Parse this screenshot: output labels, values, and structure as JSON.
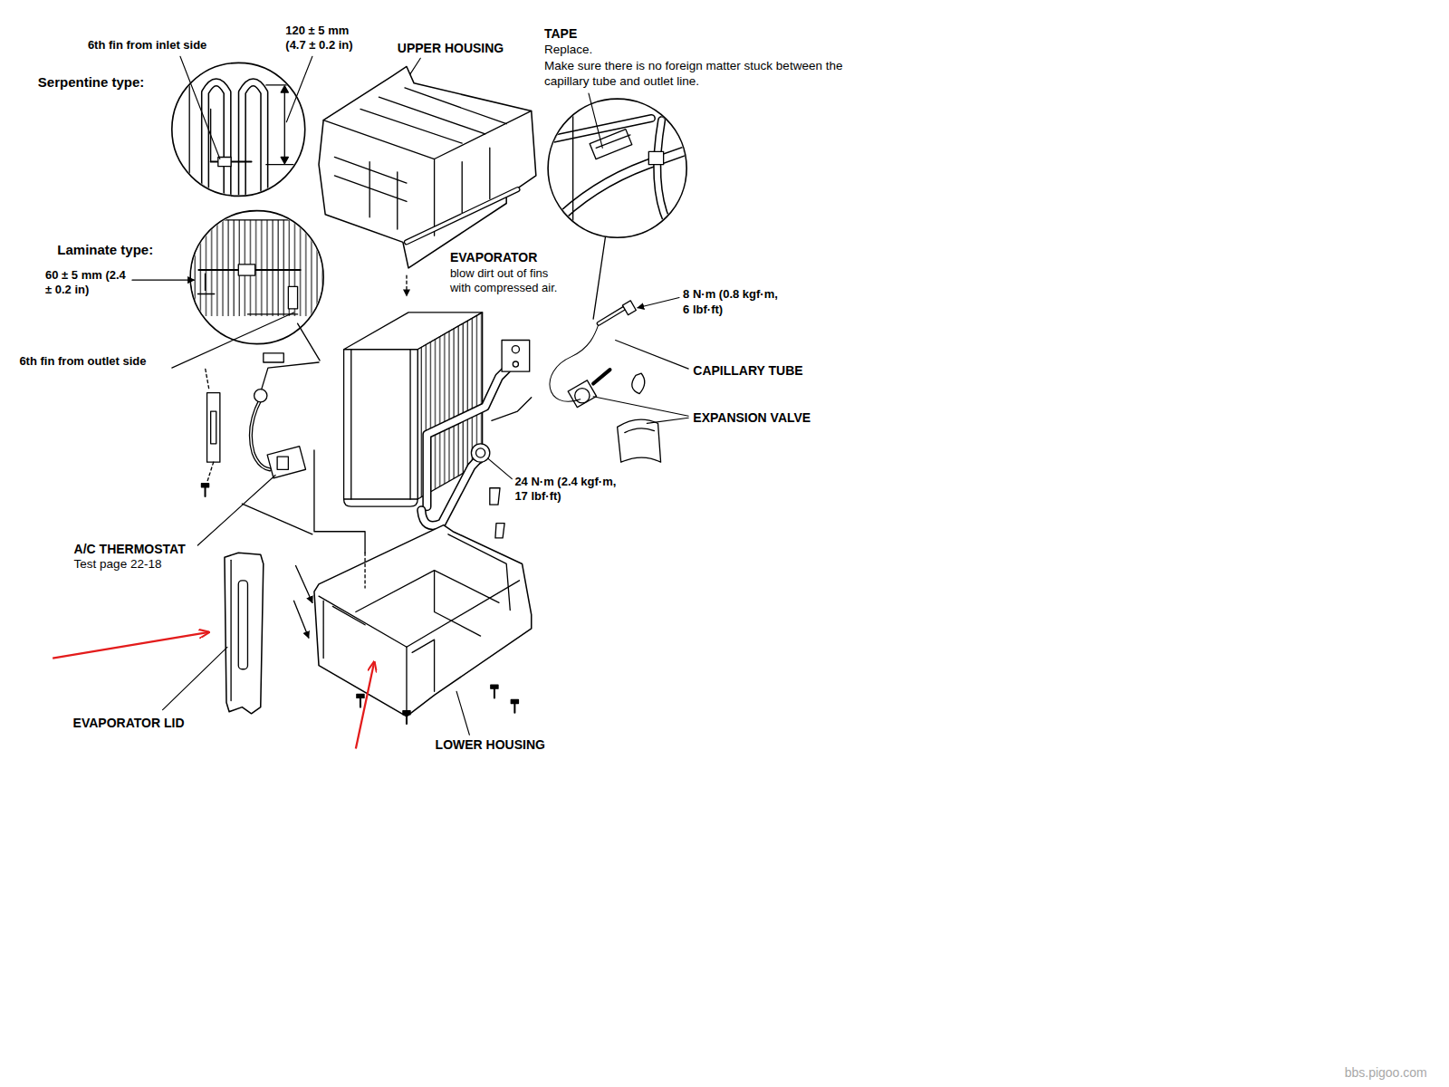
{
  "diagram": {
    "labels": [
      "6th fin from inlet side",
      "120 ± 5 mm (4.7 ± 0.2 in)",
      "Serpentine type:",
      "UPPER HOUSING",
      "TAPE",
      "Replace.",
      "Make sure there is no foreign matter stuck between the capillary tube and outlet line.",
      "Laminate type:",
      "60 ± 5 mm (2.4 ± 0.2 in)",
      "6th fin from outlet side",
      "EVAPORATOR",
      "blow dirt out of fins with compressed air.",
      "8 N·m (0.8 kgf·m, 6 lbf·ft)",
      "CAPILLARY TUBE",
      "EXPANSION VALVE",
      "24 N·m (2.4 kgf·m, 17 lbf·ft)",
      "A/C THERMOSTAT",
      "Test page 22-18",
      "EVAPORATOR LID",
      "LOWER HOUSING",
      "bbs.pigoo.com"
    ]
  }
}
